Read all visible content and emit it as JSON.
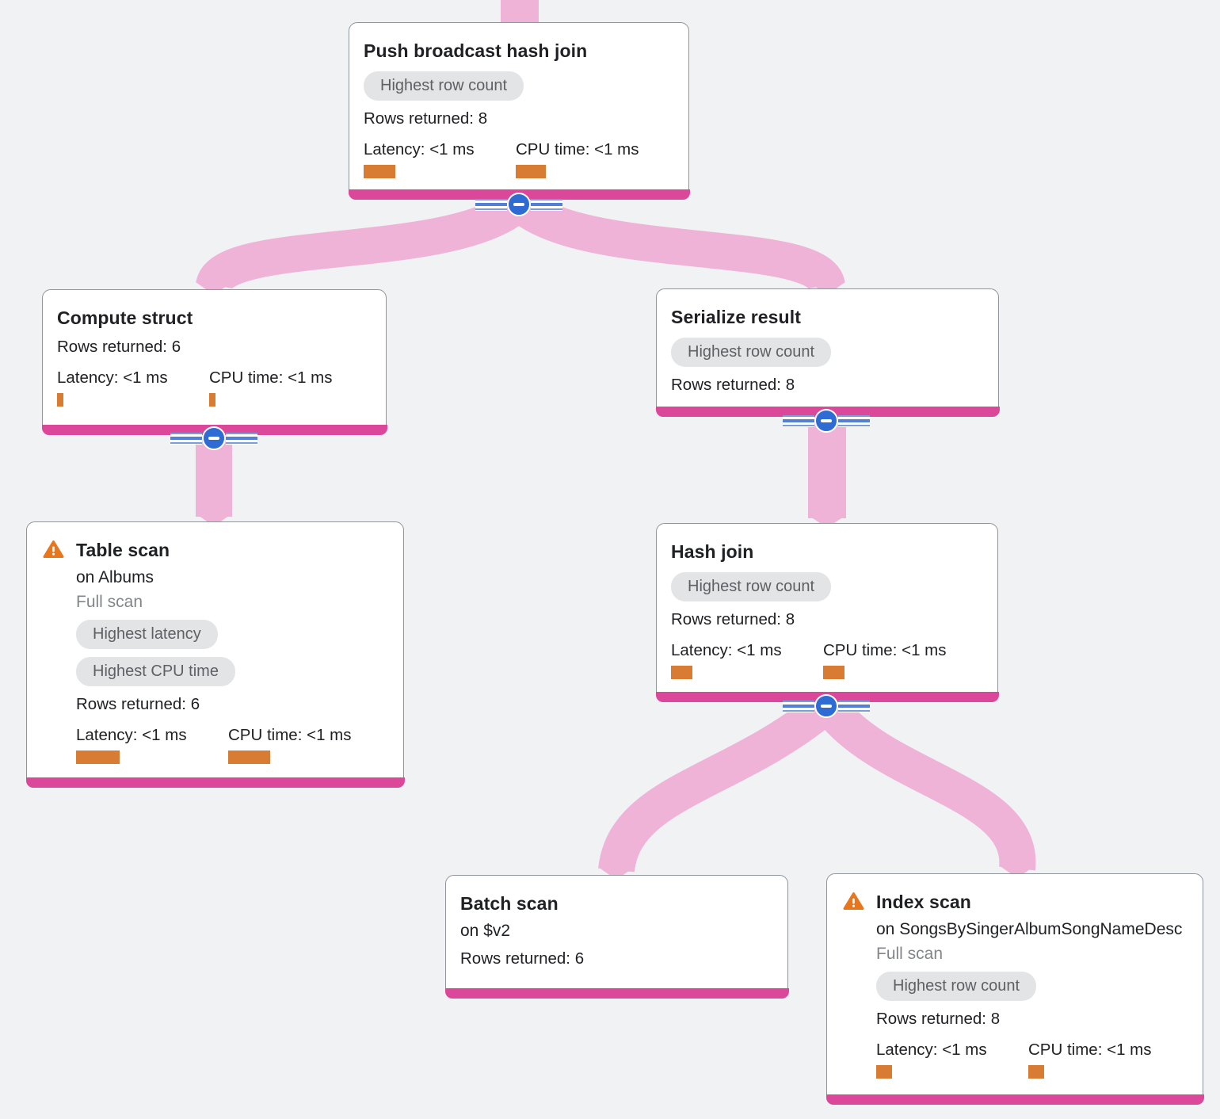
{
  "diagram": {
    "kind": "query-execution-plan-tree",
    "colors": {
      "background": "#f1f2f4",
      "ribbon_pink": "#efb3d7",
      "node_footer_magenta": "#dc4899",
      "metric_bar_orange": "#d97c33",
      "warning_orange": "#e8761d",
      "collapse_button_blue": "#2e6bd3",
      "badge_gray": "#e3e4e6",
      "badge_text": "#5d6165",
      "muted_text": "#82868a"
    }
  },
  "nodes": {
    "push": {
      "title": "Push broadcast hash join",
      "badge": "Highest row count",
      "rows": "Rows returned: 8",
      "latency_label": "Latency: <1 ms",
      "cpu_label": "CPU time: <1 ms",
      "latency_bar": 40,
      "cpu_bar": 38
    },
    "compute": {
      "title": "Compute struct",
      "rows": "Rows returned: 6",
      "latency_label": "Latency: <1 ms",
      "cpu_label": "CPU time: <1 ms",
      "latency_bar": 8,
      "cpu_bar": 8
    },
    "serialize": {
      "title": "Serialize result",
      "badge": "Highest row count",
      "rows": "Rows returned: 8"
    },
    "table": {
      "title": "Table scan",
      "subtitle": "on Albums",
      "scan_type": "Full scan",
      "badge_latency": "Highest latency",
      "badge_cpu": "Highest CPU time",
      "rows": "Rows returned: 6",
      "latency_label": "Latency: <1 ms",
      "cpu_label": "CPU time: <1 ms",
      "latency_bar": 55,
      "cpu_bar": 53
    },
    "hash": {
      "title": "Hash join",
      "badge": "Highest row count",
      "rows": "Rows returned: 8",
      "latency_label": "Latency: <1 ms",
      "cpu_label": "CPU time: <1 ms",
      "latency_bar": 27,
      "cpu_bar": 27
    },
    "batch": {
      "title": "Batch scan",
      "subtitle": "on $v2",
      "rows": "Rows returned: 6"
    },
    "index": {
      "title": "Index scan",
      "subtitle": "on SongsBySingerAlbumSongNameDesc",
      "scan_type": "Full scan",
      "badge": "Highest row count",
      "rows": "Rows returned: 8",
      "latency_label": "Latency: <1 ms",
      "cpu_label": "CPU time: <1 ms",
      "latency_bar": 20,
      "cpu_bar": 20
    }
  }
}
